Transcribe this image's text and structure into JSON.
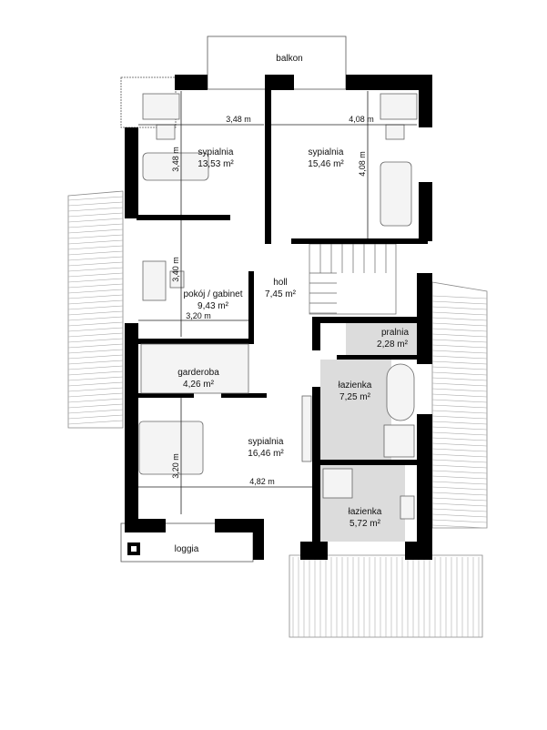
{
  "plan": {
    "rooms": {
      "balkon": {
        "name": "balkon"
      },
      "bedroom1": {
        "name": "sypialnia",
        "area": "13,53 m²"
      },
      "bedroom2": {
        "name": "sypialnia",
        "area": "15,46 m²"
      },
      "holl": {
        "name": "holl",
        "area": "7,45 m²"
      },
      "office": {
        "name": "pokój / gabinet",
        "area": "9,43 m²"
      },
      "laundry": {
        "name": "pralnia",
        "area": "2,28 m²"
      },
      "wardrobe": {
        "name": "garderoba",
        "area": "4,26 m²"
      },
      "bathroom1": {
        "name": "łazienka",
        "area": "7,25 m²"
      },
      "bedroom3": {
        "name": "sypialnia",
        "area": "16,46 m²"
      },
      "bathroom2": {
        "name": "łazienka",
        "area": "5,72 m²"
      },
      "loggia": {
        "name": "loggia"
      }
    },
    "dimensions": {
      "bedroom1_width": "3,48 m",
      "bedroom1_depth": "3,48 m",
      "bedroom2_width": "4,08 m",
      "bedroom2_depth": "4,08 m",
      "office_depth": "3,40 m",
      "office_width": "3,20 m",
      "bedroom3_depth": "3,20 m",
      "bedroom3_width": "4,82 m"
    },
    "colors": {
      "wall": "#000000",
      "wet_room": "#dcdcdc",
      "line": "#555555"
    }
  }
}
